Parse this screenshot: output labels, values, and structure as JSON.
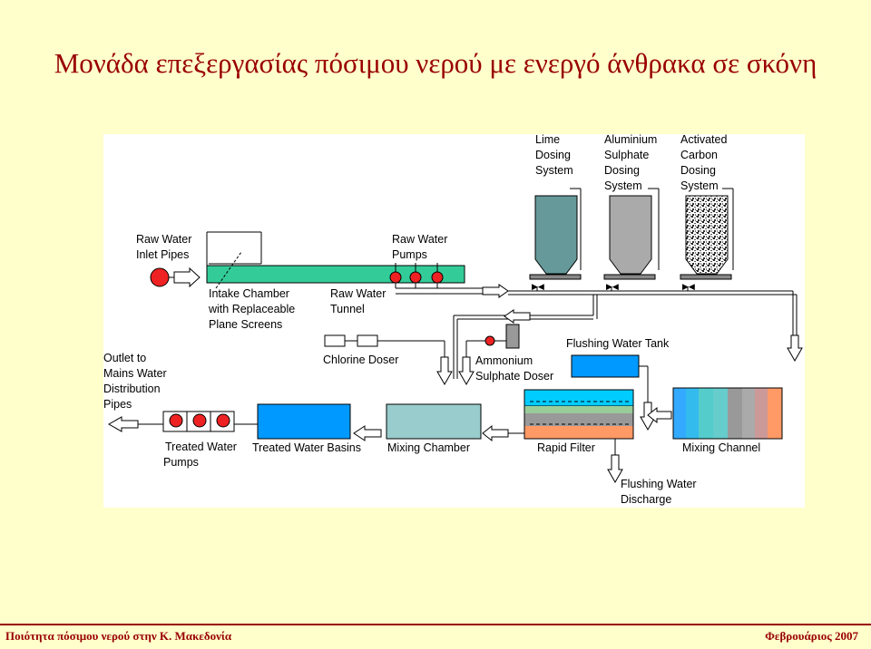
{
  "slide": {
    "title": "Μονάδα επεξεργασίας πόσιμου νερού με ενεργό άνθρακα σε σκόνη",
    "footer_left": "Ποιότητα πόσιμου νερού στην Κ. Μακεδονία",
    "footer_right": "Φεβρουάριος 2007"
  },
  "labels": {
    "raw_water_inlet": [
      "Raw Water",
      "Inlet Pipes"
    ],
    "raw_water_pumps": [
      "Raw Water",
      "Pumps"
    ],
    "intake_chamber": [
      "Intake Chamber",
      "with Replaceable",
      "Plane Screens"
    ],
    "raw_water_tunnel": [
      "Raw Water",
      "Tunnel"
    ],
    "lime": [
      "Lime",
      "Dosing",
      "System"
    ],
    "alum": [
      "Aluminium",
      "Sulphate",
      "Dosing",
      "System"
    ],
    "carbon": [
      "Activated",
      "Carbon",
      "Dosing",
      "System"
    ],
    "outlet": [
      "Outlet to",
      "Mains Water",
      "Distribution",
      "Pipes"
    ],
    "chlorine_doser": "Chlorine Doser",
    "ammonium_doser": [
      "Ammonium",
      "Sulphate Doser"
    ],
    "flushing_tank": "Flushing Water Tank",
    "treated_pumps": [
      "Treated Water",
      "Pumps"
    ],
    "treated_basins": "Treated Water Basins",
    "mixing_chamber": "Mixing Chamber",
    "rapid_filter": "Rapid Filter",
    "mixing_channel": "Mixing Channel",
    "flushing_discharge": [
      "Flushing Water",
      "Discharge"
    ]
  },
  "colors": {
    "intake_green": "#33cc99",
    "pump_red": "#ee2222",
    "lime_silo": "#669999",
    "alum_silo": "#aaaaaa",
    "basin_blue": "#0099ff",
    "mixing_chamber": "#99cccc",
    "filter_top": "#00ccff",
    "filter_mid": "#99cc99",
    "filter_gray": "#999999",
    "filter_bottom": "#ff9966",
    "title_red": "#990000"
  }
}
